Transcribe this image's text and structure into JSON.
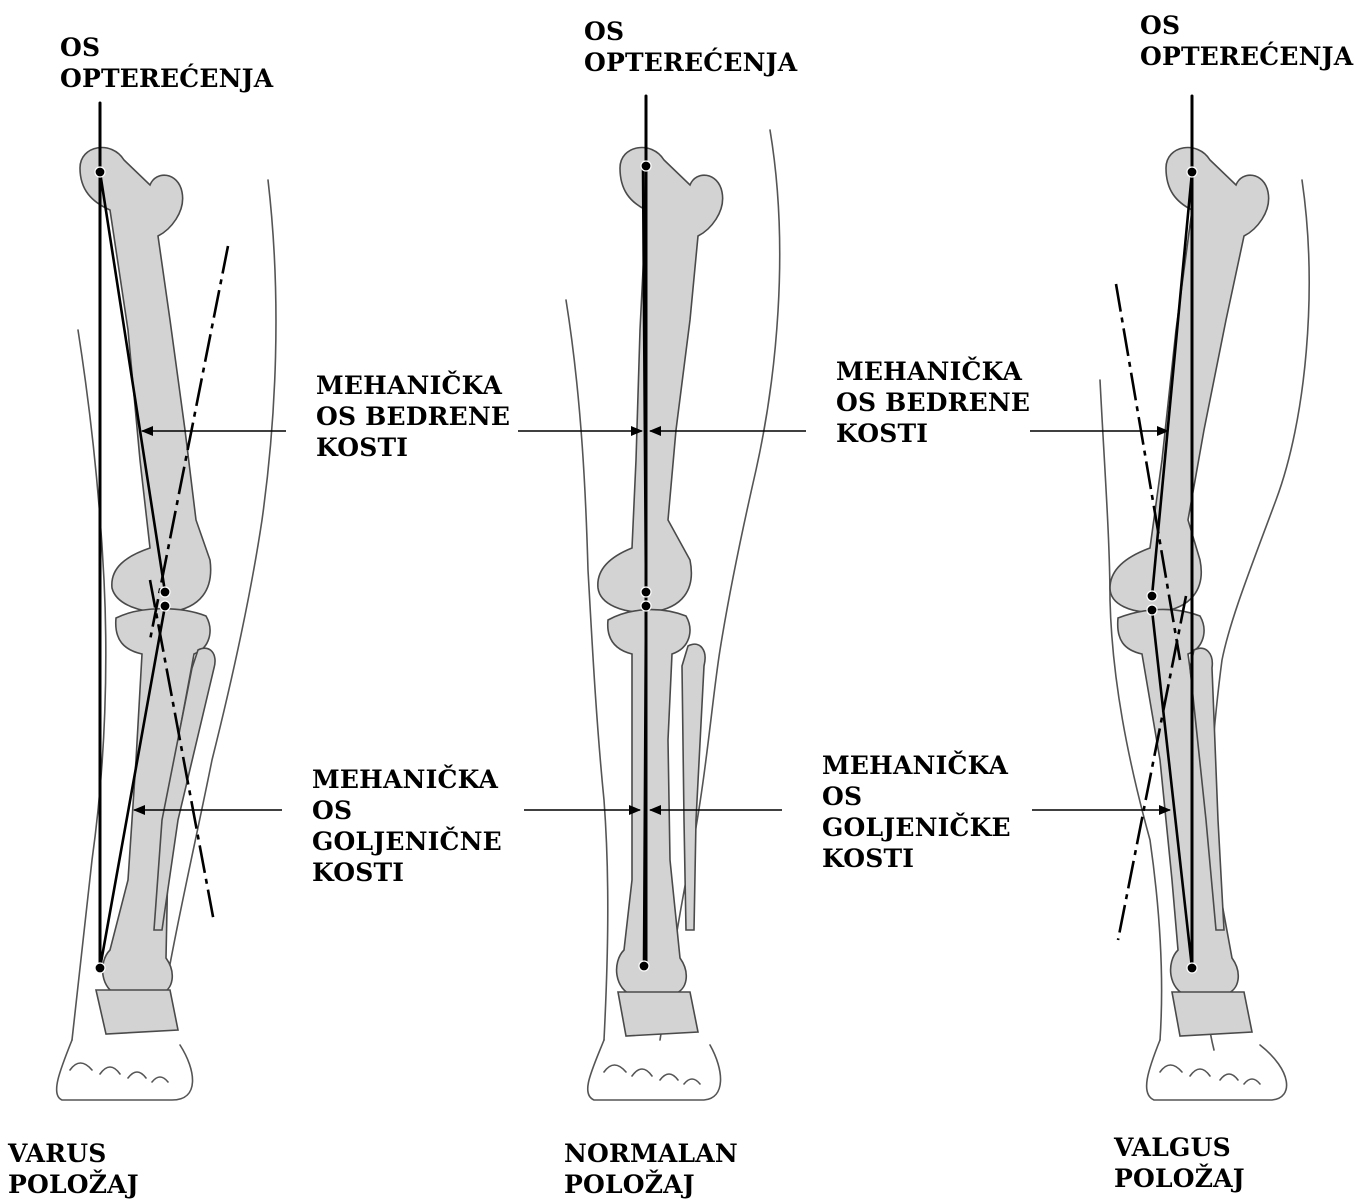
{
  "panels": [
    {
      "load_axis_label": [
        "OS",
        "OPTEREĆENJA"
      ],
      "position_label": [
        "VARUS",
        "POLOŽAJ"
      ]
    },
    {
      "load_axis_label": [
        "OS",
        "OPTEREĆENJA"
      ],
      "position_label": [
        "NORMALAN",
        "POLOŽAJ"
      ]
    },
    {
      "load_axis_label": [
        "OS",
        "OPTEREĆENJA"
      ],
      "position_label": [
        "VALGUS",
        "POLOŽAJ"
      ]
    }
  ],
  "callouts": {
    "femur_left": [
      "MEHANIČKA",
      "OS BEDRENE",
      "KOSTI"
    ],
    "femur_right": [
      "MEHANIČKA",
      "OS BEDRENE",
      "KOSTI"
    ],
    "tibia_left": [
      "MEHANIČKA",
      "OS",
      "GOLJENIČNE",
      "KOSTI"
    ],
    "tibia_right": [
      "MEHANIČKA",
      "OS",
      "GOLJENIČKE",
      "KOSTI"
    ]
  }
}
